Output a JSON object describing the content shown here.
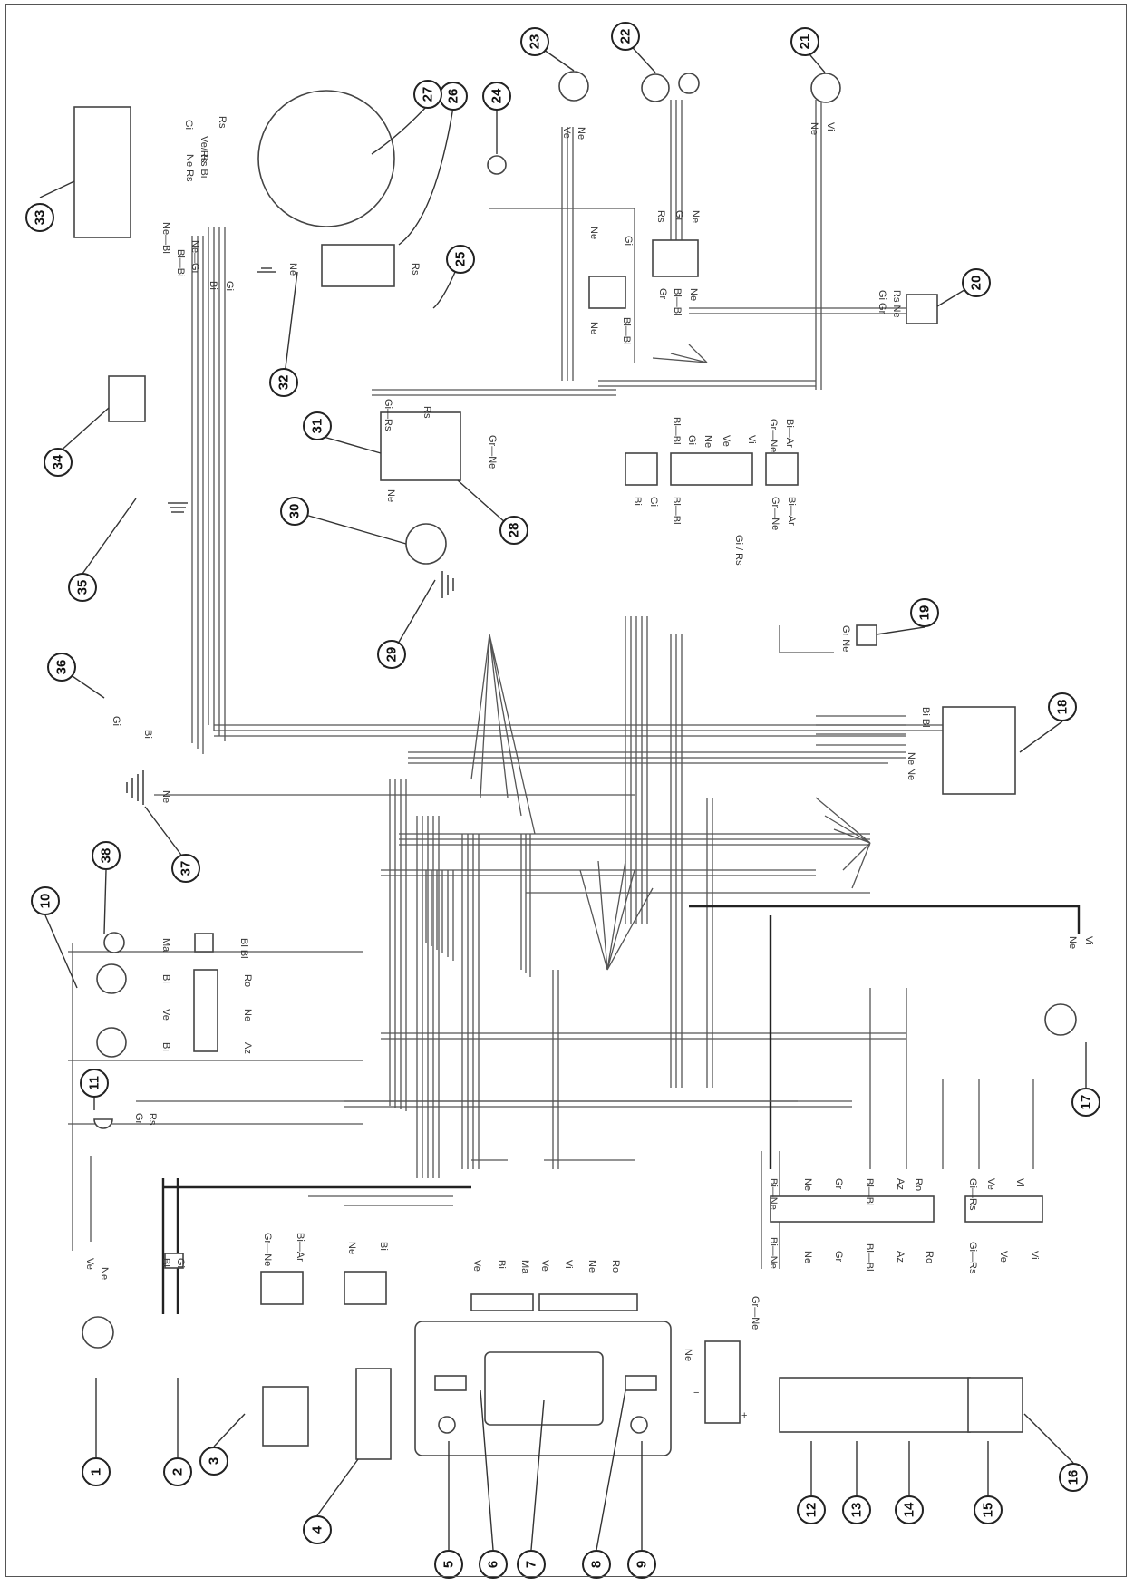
{
  "component_numbers": [
    "1",
    "2",
    "3",
    "4",
    "5",
    "6",
    "7",
    "8",
    "9",
    "10",
    "11",
    "12",
    "13",
    "14",
    "15",
    "16",
    "17",
    "18",
    "19",
    "20",
    "21",
    "22",
    "23",
    "24",
    "25",
    "26",
    "27",
    "28",
    "29",
    "30",
    "31",
    "32",
    "33",
    "34",
    "35",
    "36",
    "37",
    "38"
  ],
  "wire_codes": {
    "Gi": "Gi",
    "Rs": "Rs",
    "Ve": "Ve",
    "Ne": "Ne",
    "Bi": "Bi",
    "Bl": "Bl",
    "Vi": "Vi",
    "Gr": "Gr",
    "Ro": "Ro",
    "Az": "Az",
    "Ar": "Ar",
    "Ma": "Ma",
    "Bi_Ne": "Bi—Ne",
    "Ne_Bl": "Ne—Bl",
    "Bl_Bi": "Bl—Bi",
    "Ne_Gi": "Ne—Gi",
    "Gr_Ne": "Gr—Ne",
    "Bi_Ar": "Bi—Ar",
    "Gi_Rs": "Gi—Rs",
    "Bl_Bl": "Bl—Bl",
    "Ve_Rs": "Ve/Rs",
    "Gi_Rs2": "Gi / Rs",
    "Ne_Rs": "Ne Rs",
    "Rs_Bi": "Rs Bi",
    "Gi_Gr": "Gi Gr",
    "Rs_Ne": "Rs Ne",
    "Ne_Ne": "Ne Ne",
    "Bi_Bl": "Bi Bl",
    "Gr_Ne2": "Gr Ne"
  },
  "battery": {
    "minus": "−",
    "plus": "+"
  },
  "colors": {
    "line": "#555555",
    "heavy": "#222222",
    "paper": "#ffffff"
  },
  "icons": [
    "lamp-icon",
    "ground-icon",
    "battery-icon",
    "motor-icon",
    "relay-icon",
    "switch-icon",
    "fuse-icon",
    "horn-icon",
    "coil-icon",
    "spark-plug-icon"
  ]
}
